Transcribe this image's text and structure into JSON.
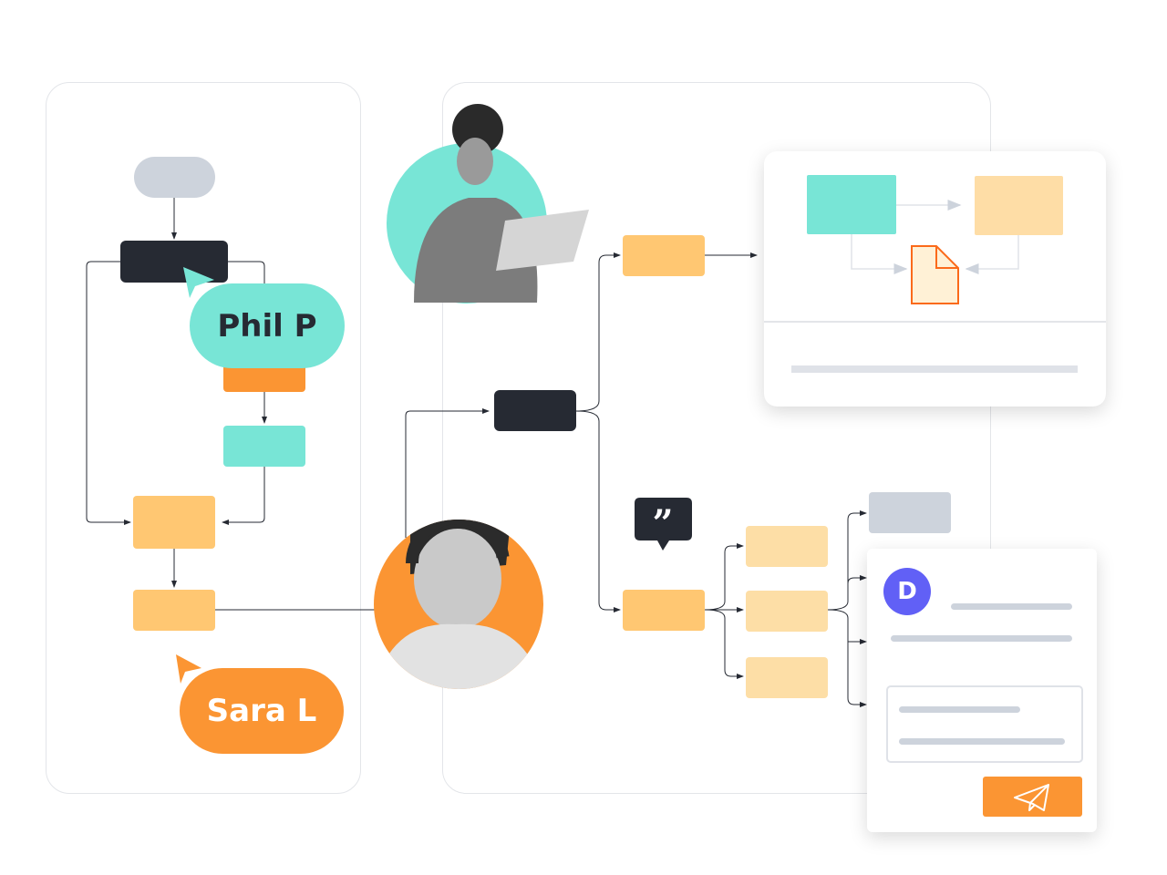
{
  "users": {
    "phil": "Phil P",
    "sara": "Sara L"
  },
  "chat": {
    "avatar_initial": "D"
  },
  "icons": {
    "quote": "quote-icon",
    "send": "paper-plane-icon",
    "document": "document-icon"
  },
  "colors": {
    "teal": "#78e5d6",
    "orange": "#fb9533",
    "yellow": "#ffc772",
    "dark": "#262a33",
    "purple": "#6160f6"
  }
}
